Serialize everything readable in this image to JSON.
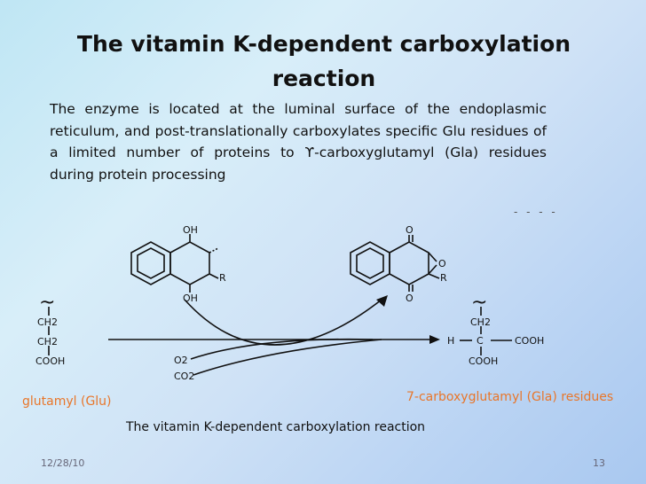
{
  "slide": {
    "title": "The vitamin K-dependent carboxylation reaction",
    "body": "The enzyme is located at the luminal surface of the endoplasmic reticulum, and post-translationally carboxylates specific Glu residues of a limited number of proteins to ϒ-carboxyglutamyl (Gla) residues during protein processing",
    "dashes": "- - - -",
    "label_left": "glutamyl (Glu)",
    "label_right": "7-carboxyglutamyl (Gla) residues",
    "caption": "The vitamin K-dependent carboxylation reaction",
    "date": "12/28/10",
    "page_number": "13"
  },
  "diagram": {
    "left_chain": [
      "~",
      "CH2",
      "CH2",
      "COOH"
    ],
    "right_chain": [
      "~",
      "CH2",
      "H",
      "C",
      "COOH",
      "COOH"
    ],
    "reagents": [
      "O2",
      "CO2"
    ],
    "hydroquinone_labels": [
      "OH",
      "OH",
      "R"
    ],
    "epoxide_labels": [
      "O",
      "O",
      "O",
      "R"
    ]
  }
}
